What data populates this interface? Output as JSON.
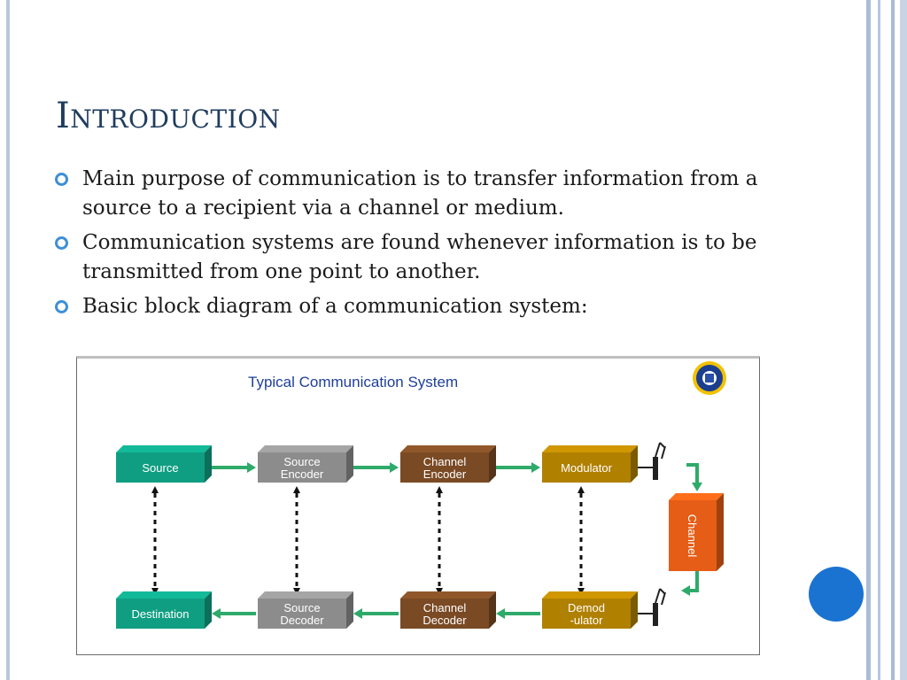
{
  "slide": {
    "title": "Introduction",
    "bullets": [
      "Main purpose of communication is to transfer information from a source to a recipient via a channel or medium.",
      "Communication systems are found whenever information is to be transmitted from one point to another.",
      "Basic block diagram of a communication system:"
    ]
  },
  "diagram": {
    "title": "Typical  Communication System",
    "colors": {
      "green": "#0f9e82",
      "gray": "#8c8c8c",
      "brown": "#7a4a24",
      "gold": "#b08000",
      "orange": "#e55d16",
      "arrow": "#2eaa6a",
      "title": "#1e3f9a"
    },
    "top_row": [
      {
        "label": "Source",
        "color": "green"
      },
      {
        "label": "Source\nEncoder",
        "color": "gray"
      },
      {
        "label": "Channel\nEncoder",
        "color": "brown"
      },
      {
        "label": "Modulator",
        "color": "gold"
      }
    ],
    "bottom_row": [
      {
        "label": "Destination",
        "color": "green"
      },
      {
        "label": "Source\nDecoder",
        "color": "gray"
      },
      {
        "label": "Channel\nDecoder",
        "color": "brown"
      },
      {
        "label": "Demod\n-ulator",
        "color": "gold"
      }
    ],
    "channel": {
      "label": "Channel",
      "color": "orange"
    }
  }
}
